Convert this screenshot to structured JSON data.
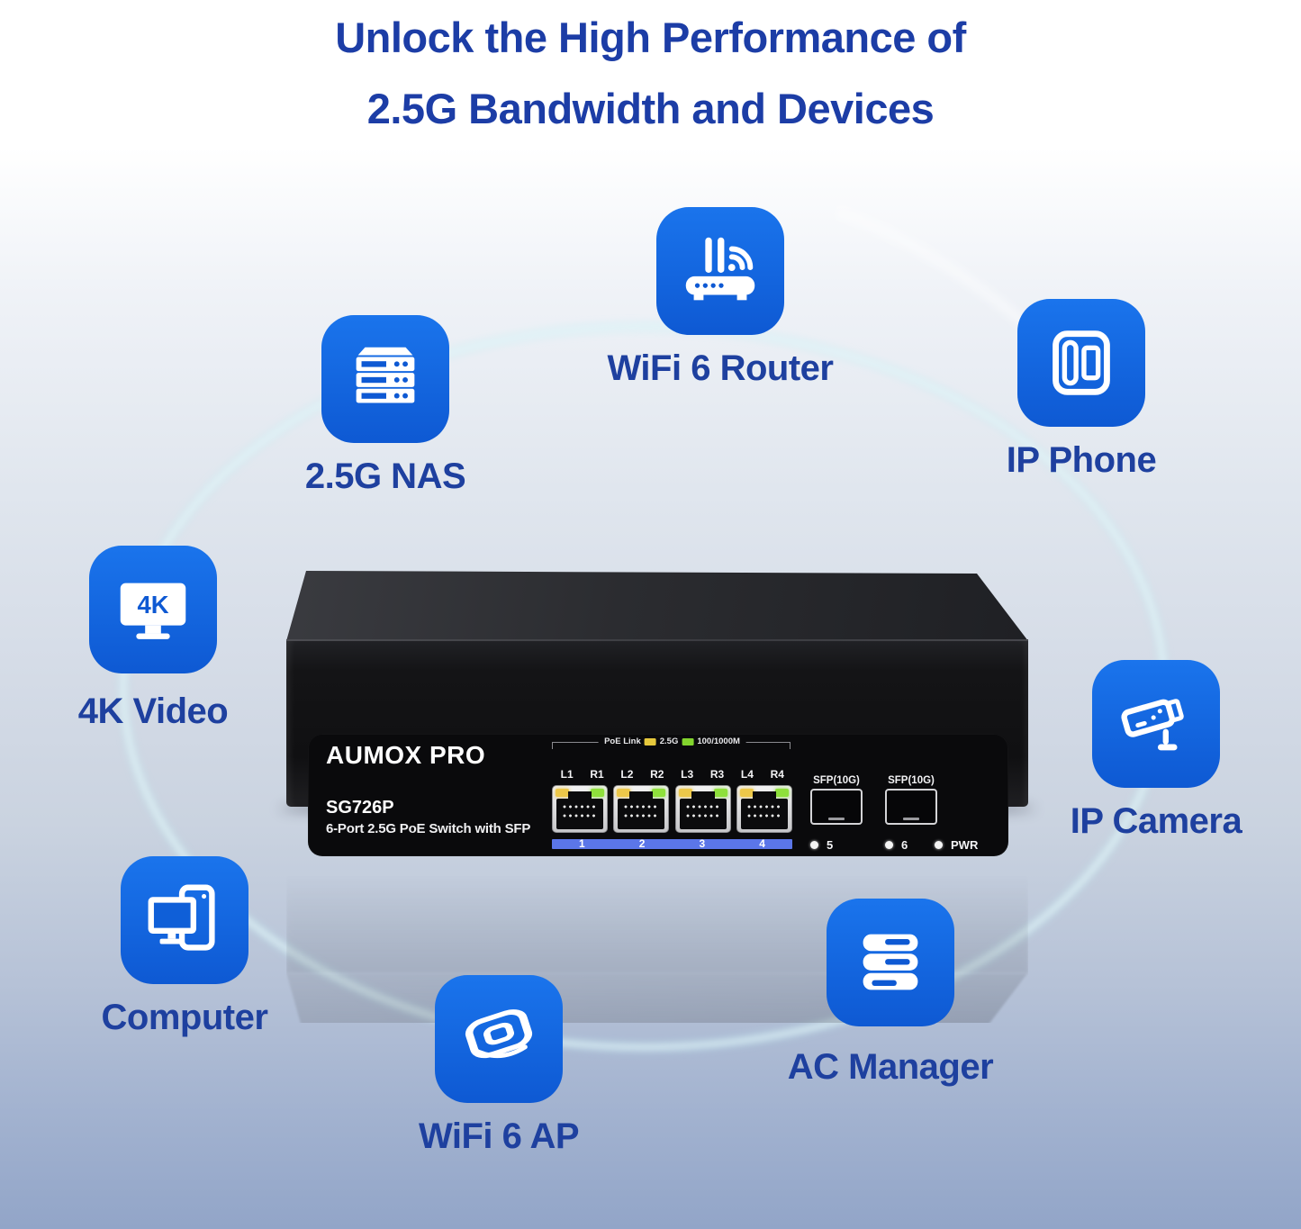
{
  "title": {
    "line1": "Unlock the High Performance of",
    "line2": "2.5G Bandwidth and Devices"
  },
  "devices": [
    {
      "label": "WiFi 6 Router"
    },
    {
      "label": "IP Phone"
    },
    {
      "label": "2.5G NAS"
    },
    {
      "label": "4K Video"
    },
    {
      "label": "IP Camera"
    },
    {
      "label": "Computer"
    },
    {
      "label": "WiFi 6 AP"
    },
    {
      "label": "AC Manager"
    }
  ],
  "badges": {
    "four_k": "4K"
  },
  "switch": {
    "brand": "AUMOX PRO",
    "model": "SG726P",
    "description": "6-Port 2.5G PoE Switch with SFP",
    "legend": {
      "label": "PoE Link",
      "speed1": "2.5G",
      "speed2": "100/1000M"
    },
    "port_labels": [
      "L1",
      "R1",
      "L2",
      "R2",
      "L3",
      "R3",
      "L4",
      "R4"
    ],
    "port_numbers": [
      "1",
      "2",
      "3",
      "4"
    ],
    "sfp_label": "SFP(10G)",
    "sfp_port_numbers": [
      "5",
      "6"
    ],
    "power_label": "PWR"
  },
  "colors": {
    "accent_blue": "#1167e2",
    "title_blue": "#1c3da6",
    "label_blue": "#1e409f",
    "led_yellow": "#e6c83c",
    "led_green": "#82d42d",
    "port_bar_blue": "#5b76e8"
  }
}
